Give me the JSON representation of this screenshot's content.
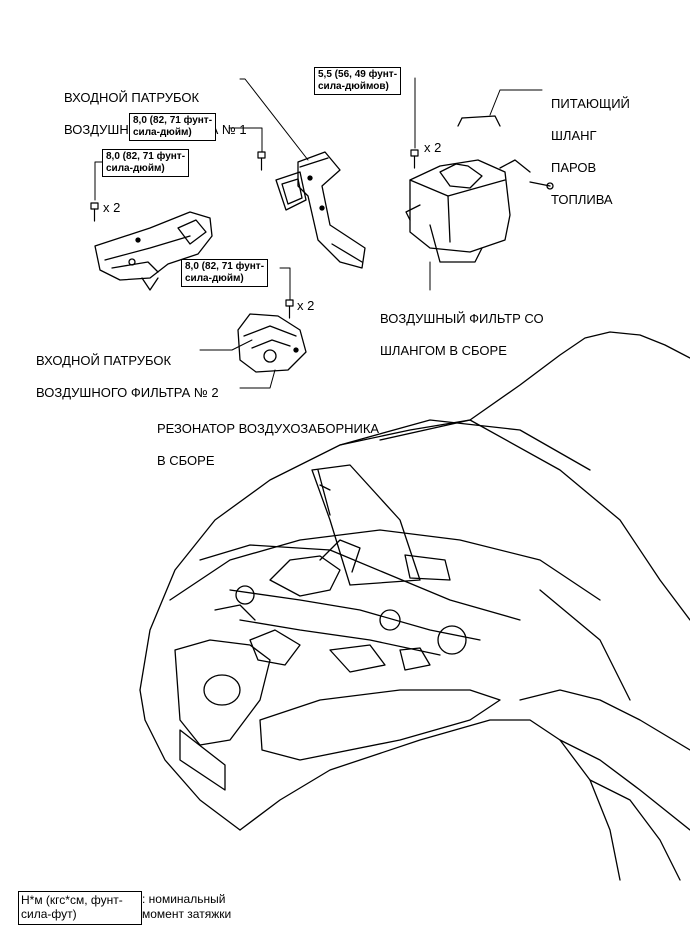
{
  "labels": {
    "inlet_no1": [
      "ВХОДНОЙ ПАТРУБОК",
      "ВОЗДУШНОГО ФИЛЬТРА № 1"
    ],
    "inlet_no2": [
      "ВХОДНОЙ ПАТРУБОК",
      "ВОЗДУШНОГО ФИЛЬТРА № 2"
    ],
    "resonator": [
      "РЕЗОНАТОР ВОЗДУХОЗАБОРНИКА",
      "В СБОРЕ"
    ],
    "air_filter": [
      "ВОЗДУШНЫЙ ФИЛЬТР СО",
      "ШЛАНГОМ В СБОРЕ"
    ],
    "vapor_hose": [
      "ПИТАЮЩИЙ",
      "ШЛАНГ",
      "ПАРОВ",
      "ТОПЛИВА"
    ]
  },
  "torques": {
    "inlet1_bolt": [
      "8,0 (82, 71 фунт-",
      "сила-дюйм)"
    ],
    "inlet2_bolt": [
      "8,0 (82, 71 фунт-",
      "сила-дюйм)"
    ],
    "resonator_bolt": [
      "8,0 (82, 71 фунт-",
      "сила-дюйм)"
    ],
    "filter_bolt": [
      "5,5 (56, 49 фунт-",
      "сила-дюймов)"
    ]
  },
  "multipliers": {
    "inlet2": "x 2",
    "resonator": "x 2",
    "filter": "x 2"
  },
  "legend": {
    "box": [
      "Н*м (кгс*см, фунт-",
      "сила-фут)"
    ],
    "text": [
      ": номинальный",
      "момент затяжки"
    ]
  },
  "colors": {
    "line": "#000000",
    "background": "#ffffff"
  }
}
